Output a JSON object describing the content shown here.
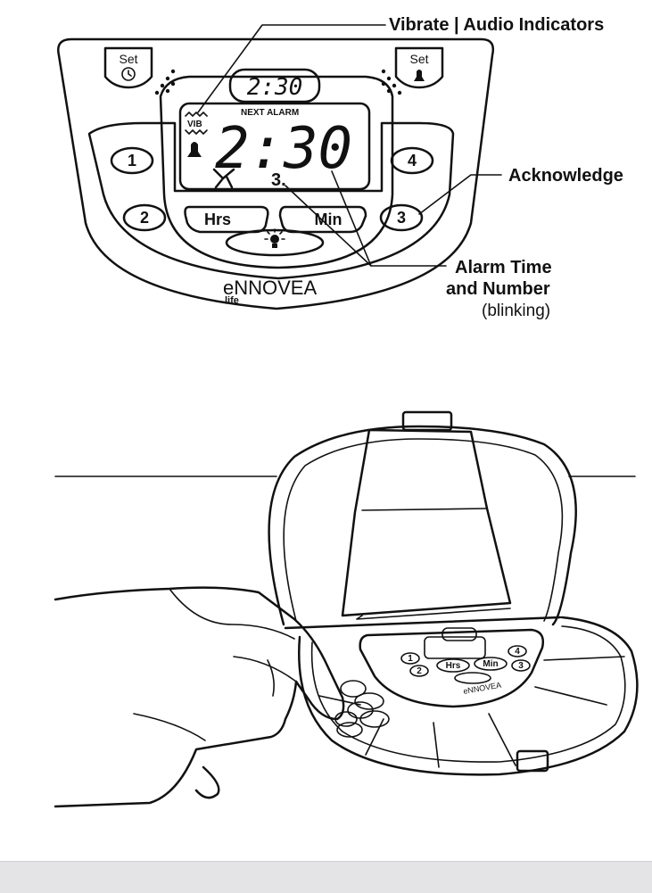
{
  "callouts": {
    "indicators": "Vibrate | Audio Indicators",
    "acknowledge": "Acknowledge",
    "alarm_line1": "Alarm Time",
    "alarm_line2": "and Number",
    "alarm_line3": "(blinking)"
  },
  "device": {
    "set_left": "Set",
    "set_right": "Set",
    "clock_time": "2:30",
    "next_alarm_label": "NEXT ALARM",
    "alarm_time": "2:30",
    "alarm_number": "3.",
    "vib_label": "VIB",
    "buttons": {
      "b1": "1",
      "b2": "2",
      "b3": "3",
      "b4": "4",
      "hrs": "Hrs",
      "min": "Min"
    },
    "brand": "eNNOVEA",
    "brand_sub": "life"
  },
  "case_device": {
    "b1": "1",
    "b2": "2",
    "b3": "3",
    "b4": "4",
    "hrs": "Hrs",
    "min": "Min",
    "brand": "eNNOVEA"
  },
  "icons": [
    "clock-icon",
    "bell-icon",
    "vibrate-icon",
    "acknowledge-icon",
    "light-bulb-icon",
    "speaker-grille-icon"
  ]
}
